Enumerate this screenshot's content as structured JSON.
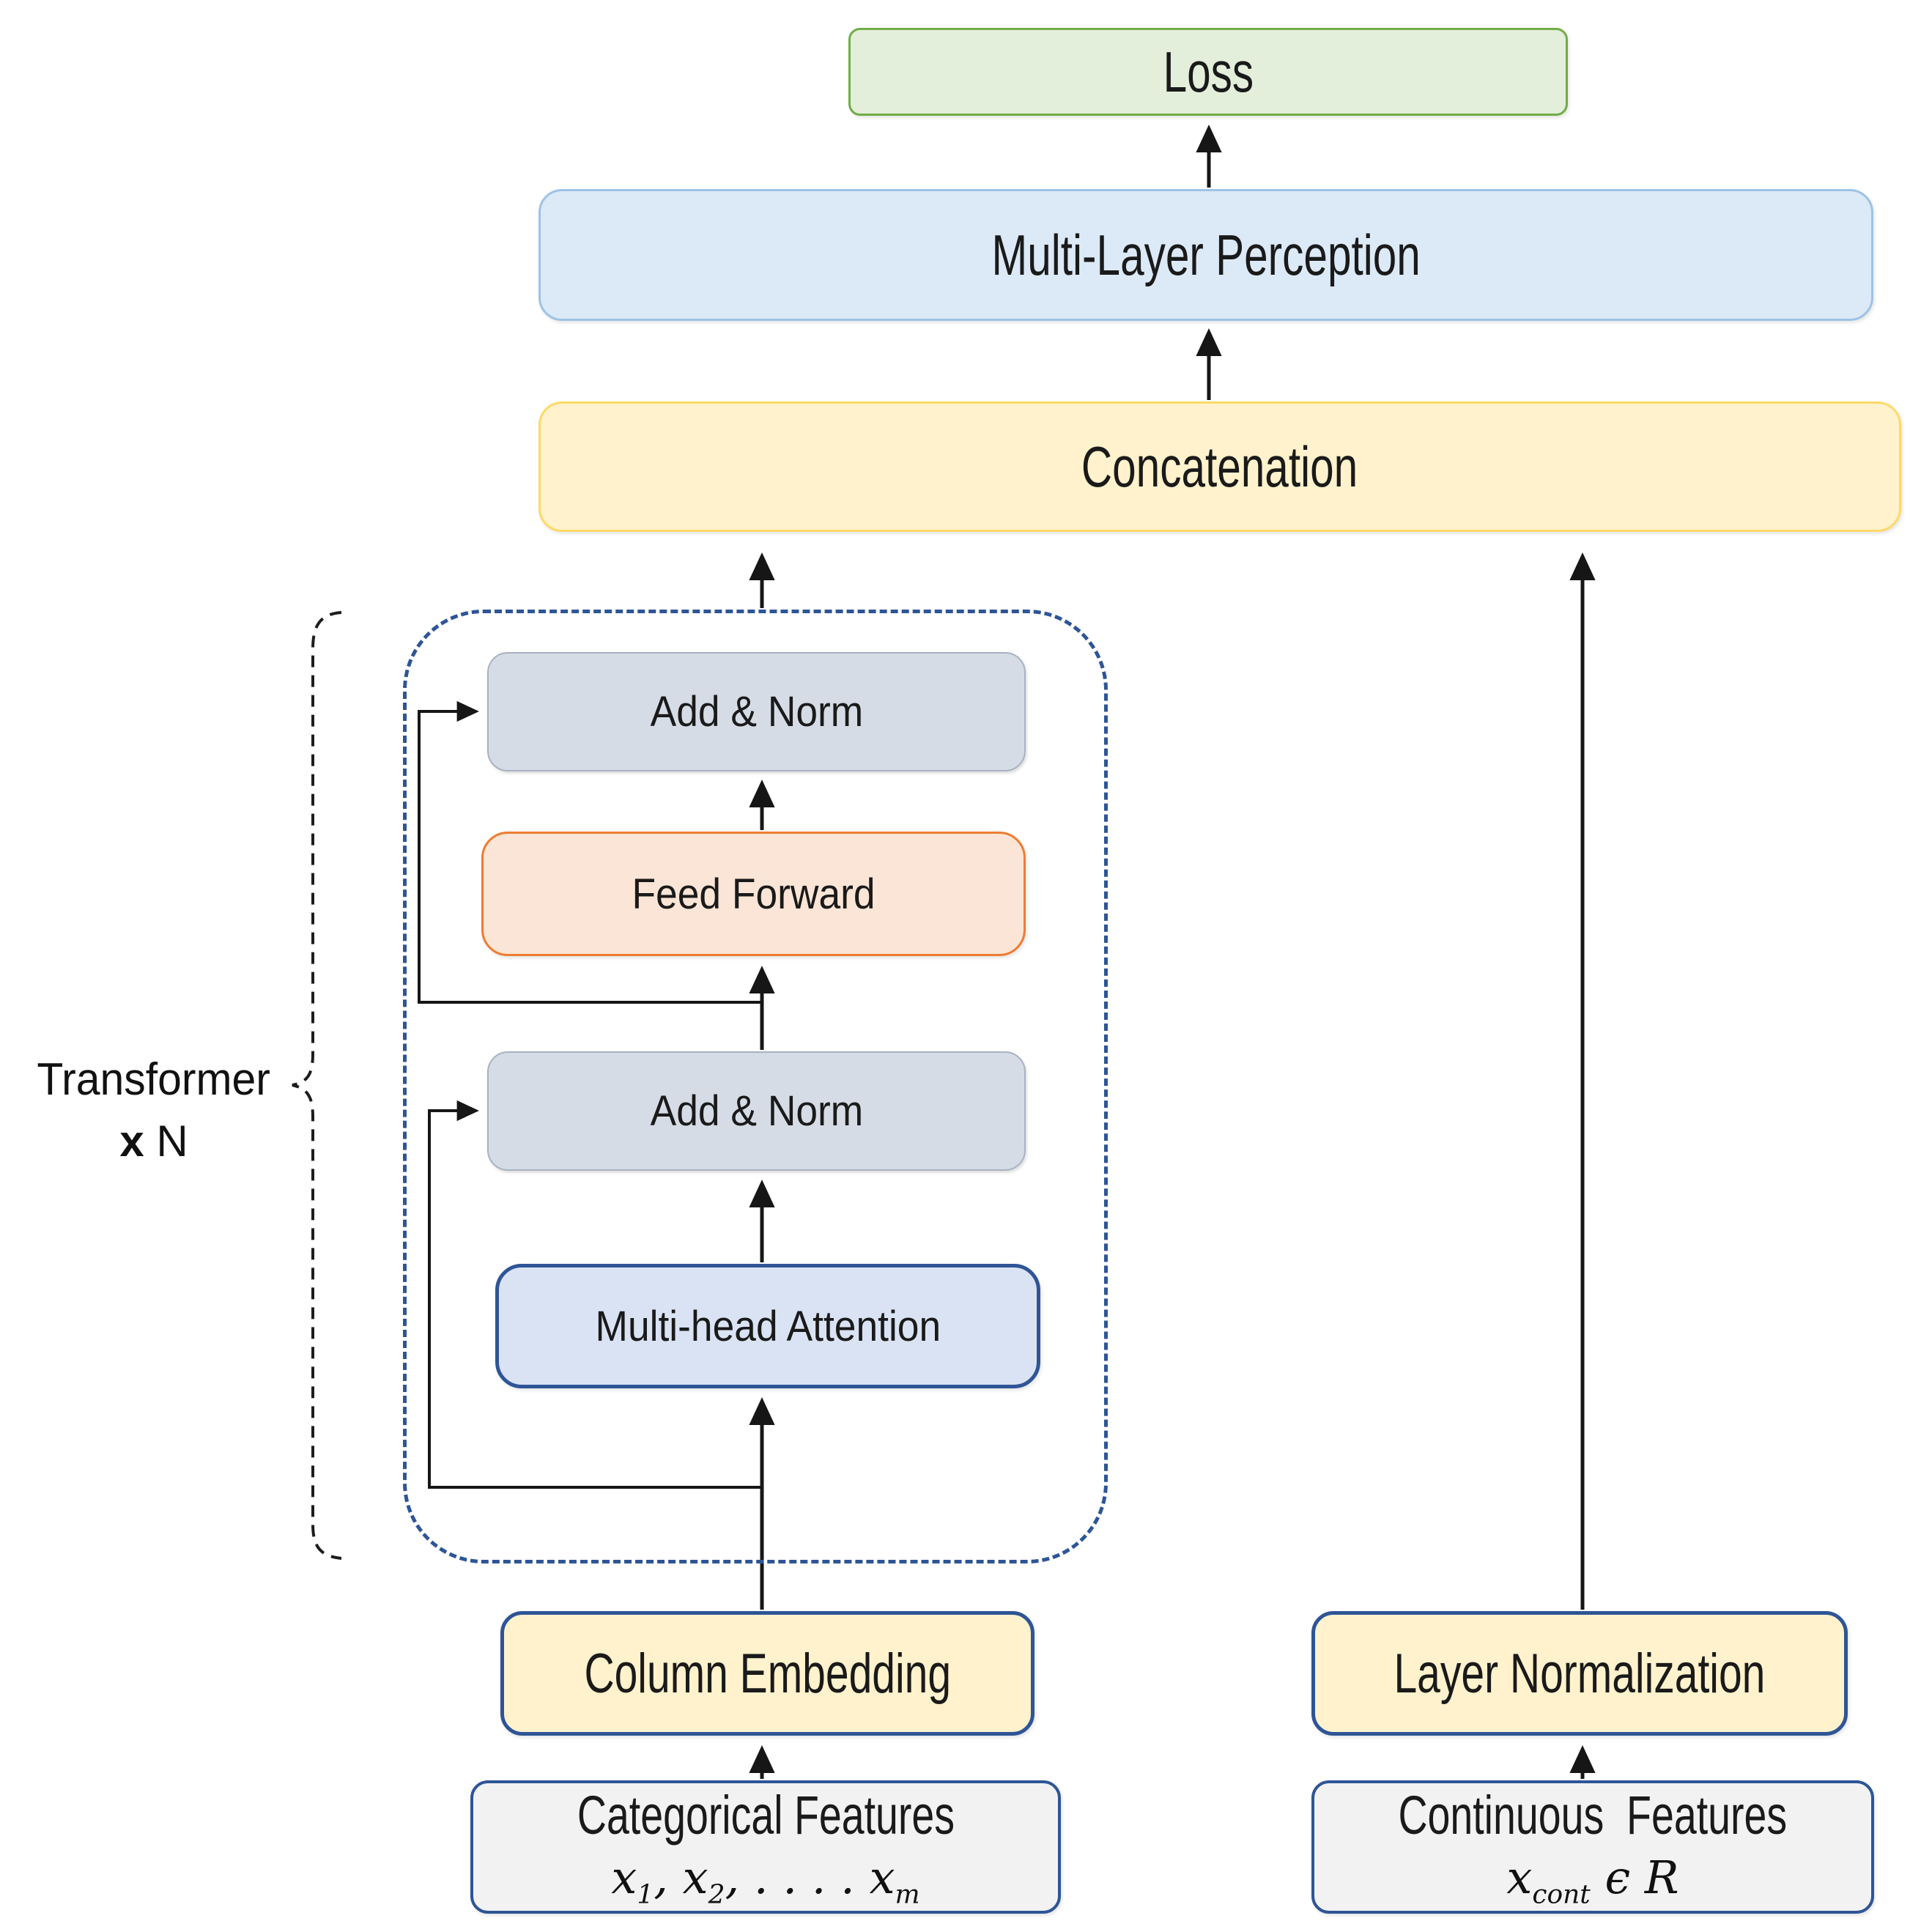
{
  "nodes": {
    "loss": {
      "label": "Loss"
    },
    "multi_layer_perception": {
      "label": "Multi-Layer Perception"
    },
    "concatenation": {
      "label": "Concatenation"
    },
    "add_norm_top": {
      "label": "Add & Norm"
    },
    "feed_forward": {
      "label": "Feed Forward"
    },
    "add_norm_bottom": {
      "label": "Add & Norm"
    },
    "multi_head_attention": {
      "label": "Multi-head Attention"
    },
    "column_embedding": {
      "label": "Column Embedding"
    },
    "categorical_features": {
      "label": "Categorical Features",
      "formula_html": "x<sub>1</sub>, x<sub>2</sub>, . . . . x<sub>m</sub>"
    },
    "layer_normalization": {
      "label": "Layer Normalization"
    },
    "continuous_features": {
      "label": "Continuous  Features",
      "formula_html": "x<sub>cont</sub> ϵ R"
    }
  },
  "annotations": {
    "transformer_line1": "Transformer",
    "transformer_line2_html": "<b>x</b> N"
  },
  "colors": {
    "loss_fill": "#e3efda",
    "loss_border": "#70ad47",
    "mlp_fill": "#dce9f7",
    "mlp_border": "#9dc3e6",
    "concat_fill": "#fff2cc",
    "concat_border": "#ffd966",
    "addnorm_fill": "#d6dce5",
    "addnorm_border": "#a8b2c2",
    "ff_fill": "#fbe5d6",
    "ff_border": "#ed7d31",
    "mha_fill": "#dae3f3",
    "mha_border": "#2f5597",
    "embed_fill": "#fff2cc",
    "embed_border": "#2e5596",
    "input_fill": "#f2f2f3",
    "input_border": "#2e5596",
    "dashed_border": "#2e5596",
    "line": "#161616"
  }
}
